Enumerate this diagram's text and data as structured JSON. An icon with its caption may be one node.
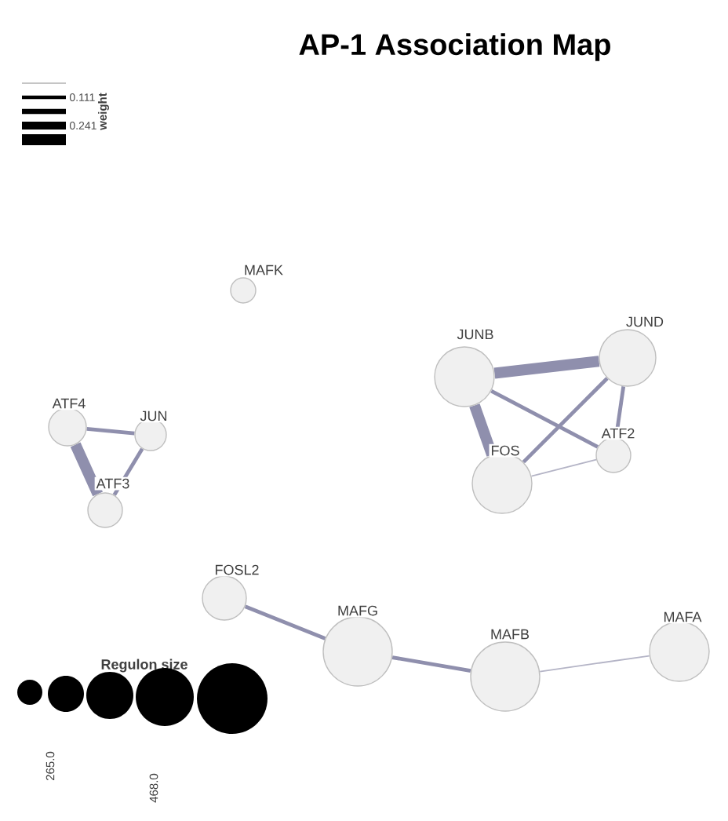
{
  "diagram": {
    "title": "AP-1 Association Map",
    "nodes": [
      {
        "text": [
          "MAFK"
        ]
      },
      {
        "text": [
          "JUND"
        ]
      },
      {
        "text": [
          "JUNB"
        ]
      },
      {
        "text": [
          "ATF4"
        ]
      },
      {
        "text": [
          "JUN"
        ]
      },
      {
        "text": [
          "ATF2"
        ]
      },
      {
        "text": [
          "FOS"
        ]
      },
      {
        "text": [
          "ATF3"
        ]
      },
      {
        "text": [
          "FOSL2"
        ]
      },
      {
        "text": [
          "MAFG"
        ]
      },
      {
        "text": [
          "MAFA"
        ]
      },
      {
        "text": [
          "MAFB"
        ]
      }
    ],
    "edges": [
      {
        "from": 2,
        "to": 1,
        "arrow": "none",
        "style": "thick"
      },
      {
        "from": 2,
        "to": 6,
        "arrow": "none",
        "style": "thick"
      },
      {
        "from": 2,
        "to": 5,
        "arrow": "none"
      },
      {
        "from": 1,
        "to": 6,
        "arrow": "none"
      },
      {
        "from": 1,
        "to": 5,
        "arrow": "none"
      },
      {
        "from": 6,
        "to": 5,
        "arrow": "none",
        "color": "#b4b4c6"
      },
      {
        "from": 3,
        "to": 4,
        "arrow": "none"
      },
      {
        "from": 3,
        "to": 7,
        "arrow": "none",
        "style": "thick"
      },
      {
        "from": 4,
        "to": 7,
        "arrow": "none"
      },
      {
        "from": 8,
        "to": 9,
        "arrow": "none"
      },
      {
        "from": 9,
        "to": 11,
        "arrow": "none"
      },
      {
        "from": 11,
        "to": 10,
        "arrow": "none",
        "color": "#b4b4c6"
      }
    ],
    "labels": [
      "weight",
      "Regulon size",
      "265.0",
      "468.0"
    ],
    "legend": [
      {
        "text": "0.111"
      },
      {
        "text": "0.241"
      }
    ]
  }
}
